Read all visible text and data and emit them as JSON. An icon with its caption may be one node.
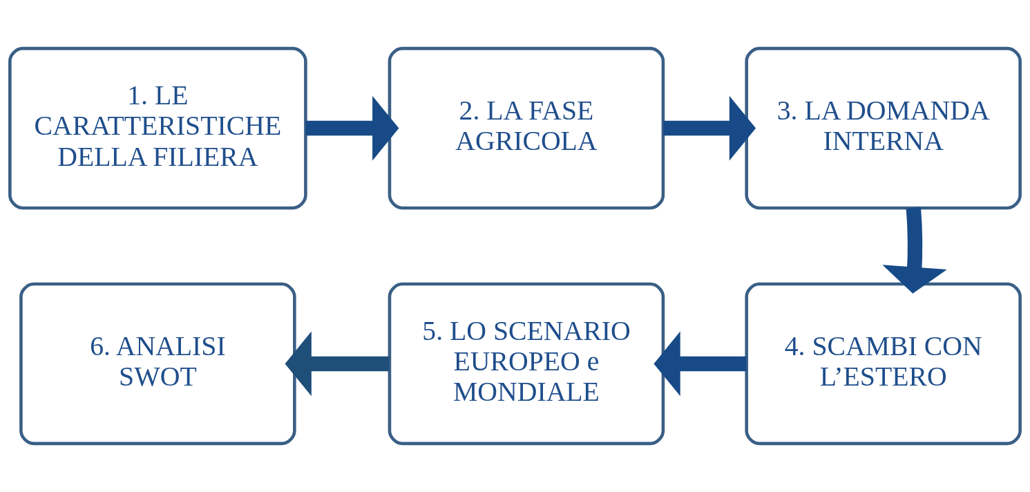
{
  "diagram": {
    "nodes": [
      {
        "text": [
          "1. LE CARATTERISTICHE DELLA FILIERA"
        ]
      },
      {
        "text": [
          "2. LA FASE AGRICOLA"
        ]
      },
      {
        "text": [
          "3. LA DOMANDA INTERNA"
        ]
      },
      {
        "text": [
          "4. SCAMBI CON L’ESTERO"
        ]
      },
      {
        "text": [
          "5. LO SCENARIO EUROPEO e MONDIALE"
        ]
      },
      {
        "text": [
          "6. ANALISI SWOT"
        ]
      }
    ],
    "edges": [
      {
        "from": 0,
        "to": 1,
        "arrow": "to"
      },
      {
        "from": 1,
        "to": 2,
        "arrow": "to"
      },
      {
        "from": 2,
        "to": 3,
        "arrow": "to"
      },
      {
        "from": 3,
        "to": 4,
        "arrow": "to"
      },
      {
        "from": 4,
        "to": 5,
        "arrow": "to",
        "color": "#1f4e79"
      }
    ]
  }
}
